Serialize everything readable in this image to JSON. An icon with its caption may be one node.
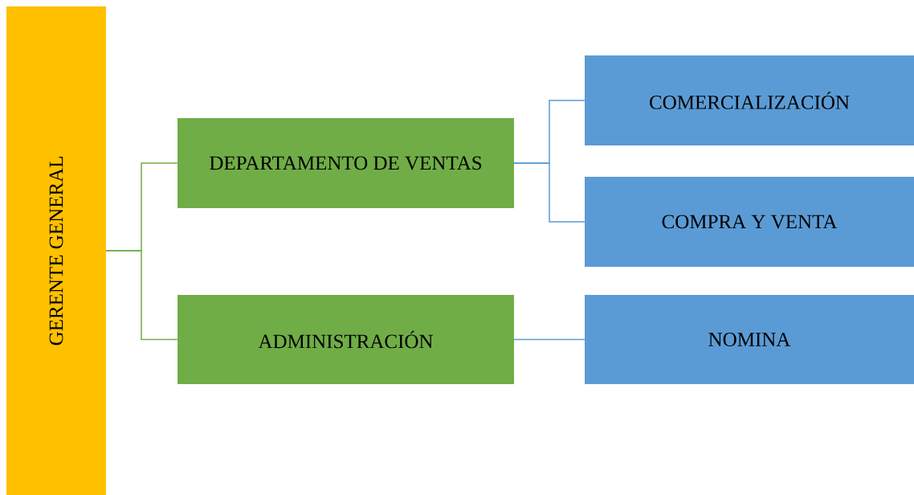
{
  "diagram": {
    "nodes": [
      {
        "text": [
          "GERENTE GENERAL"
        ]
      },
      {
        "text": [
          "DEPARTAMENTO DE VENTAS"
        ]
      },
      {
        "text": [
          "ADMINISTRACIÓN"
        ]
      },
      {
        "text": [
          "COMERCIALIZACIÓN"
        ]
      },
      {
        "text": [
          "COMPRA Y VENTA"
        ]
      },
      {
        "text": [
          "NOMINA"
        ]
      }
    ],
    "edges": [
      {
        "from": 0,
        "to": 1,
        "arrow": "none",
        "color": "#70ad47"
      },
      {
        "from": 0,
        "to": 2,
        "arrow": "none",
        "color": "#70ad47"
      },
      {
        "from": 1,
        "to": 3,
        "arrow": "none",
        "color": "#5b9bd5"
      },
      {
        "from": 1,
        "to": 4,
        "arrow": "none",
        "color": "#5b9bd5"
      },
      {
        "from": 2,
        "to": 5,
        "arrow": "none",
        "color": "#5b9bd5"
      }
    ]
  }
}
